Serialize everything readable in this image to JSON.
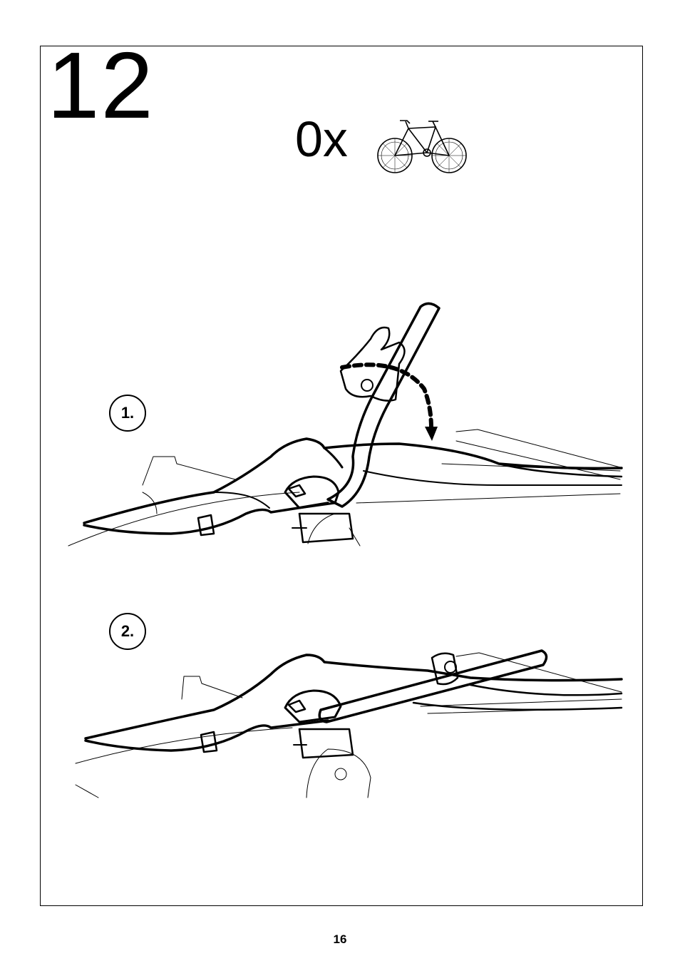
{
  "step": {
    "number": "12"
  },
  "quantity": {
    "text": "0x",
    "icon": "bicycle-icon"
  },
  "sub_steps": [
    {
      "label": "1.",
      "icon": "bike-carrier-arm-raised-illustration"
    },
    {
      "label": "2.",
      "icon": "bike-carrier-arm-folded-illustration"
    }
  ],
  "footer": {
    "page_number": "16"
  }
}
